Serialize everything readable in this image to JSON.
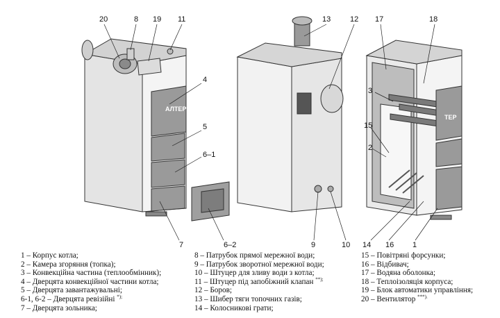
{
  "callouts": {
    "c20": "20",
    "c8": "8",
    "c19": "19",
    "c11": "11",
    "c4": "4",
    "c5": "5",
    "c6_1": "6–1",
    "c6_2": "6–2",
    "c7": "7",
    "c13": "13",
    "c12": "12",
    "c9": "9",
    "c10": "10",
    "c17": "17",
    "c18": "18",
    "c3": "3",
    "c15": "15",
    "c2": "2",
    "c14": "14",
    "c16": "16",
    "c1": "1"
  },
  "brand": {
    "left": "АЛТЕР",
    "right": "ТЕР"
  },
  "legend": {
    "col1": [
      "1 – Корпус котла;",
      "2 – Камера згоряння (топка);",
      "3 – Конвекційна частина (теплообмінник);",
      "4 – Дверцята конвекційної частини котла;",
      "5 – Дверцята завантажувальні;",
      "6-1, 6-2 – Дверцята ревізійні",
      "7 – Дверцята зольника;"
    ],
    "col1_sup": "*);",
    "col2": [
      "8 – Патрубок прямої мережної води;",
      "9 – Патрубок зворотної мережної води;",
      "10 – Штуцер для зливу води з котла;",
      "11 – Штуцер під запобіжний клапан",
      "12 – Боров;",
      "13 – Шибер тяги топочних газів;",
      "14 – Колосникові грати;"
    ],
    "col2_sup": "**);",
    "col3": [
      "15 – Повітряні форсунки;",
      "16 – Відбивач;",
      "17 – Водяна оболонка;",
      "18 – Теплоізоляція корпуса;",
      "19 – Блок автоматики управління;",
      "20 – Вентилятор"
    ],
    "col3_sup": "***)."
  }
}
